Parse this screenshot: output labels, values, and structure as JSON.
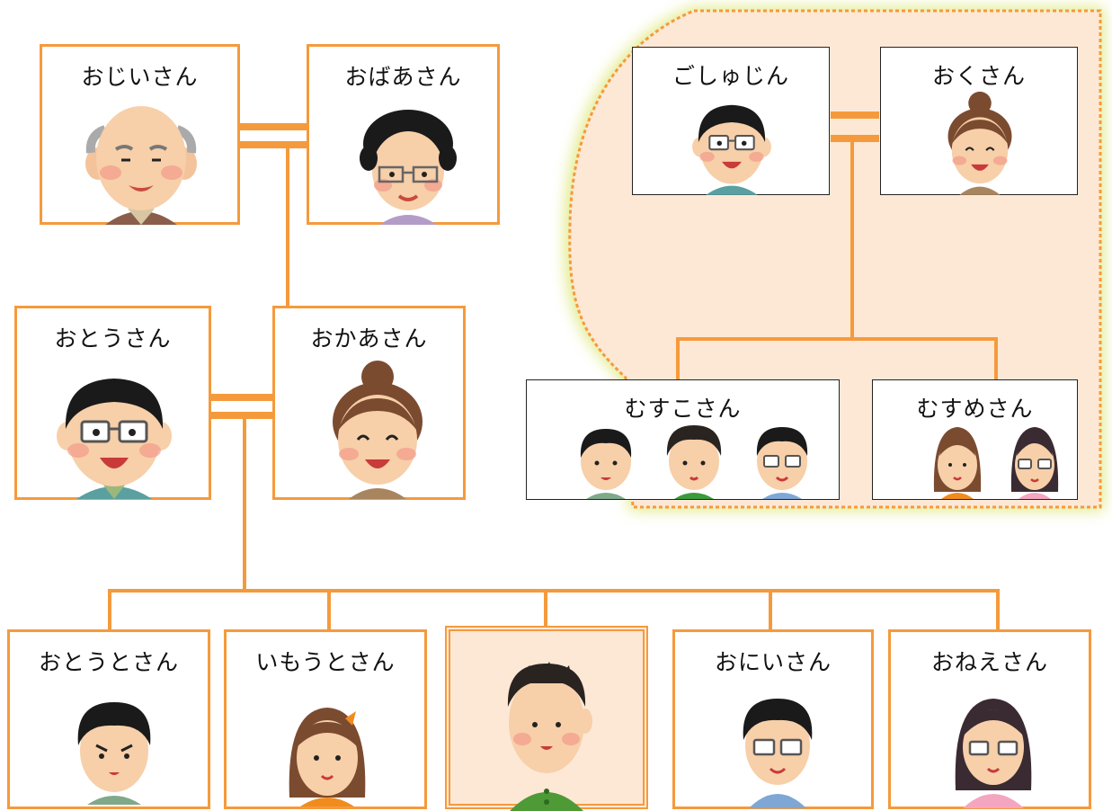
{
  "tree": {
    "grandparents": {
      "grandfather": "おじいさん",
      "grandmother": "おばあさん"
    },
    "parents": {
      "father": "おとうさん",
      "mother": "おかあさん"
    },
    "siblings": {
      "younger_brother": "おとうとさん",
      "younger_sister": "いもうとさん",
      "self": "",
      "older_brother": "おにいさん",
      "older_sister": "おねえさん"
    },
    "other_family": {
      "husband": "ごしゅじん",
      "wife": "おくさん",
      "son": "むすこさん",
      "daughter": "むすめさん"
    }
  },
  "colors": {
    "line": "#f59a3c",
    "highlight_bg": "#fde8d6",
    "highlight_glow": "#c8dc3c"
  }
}
